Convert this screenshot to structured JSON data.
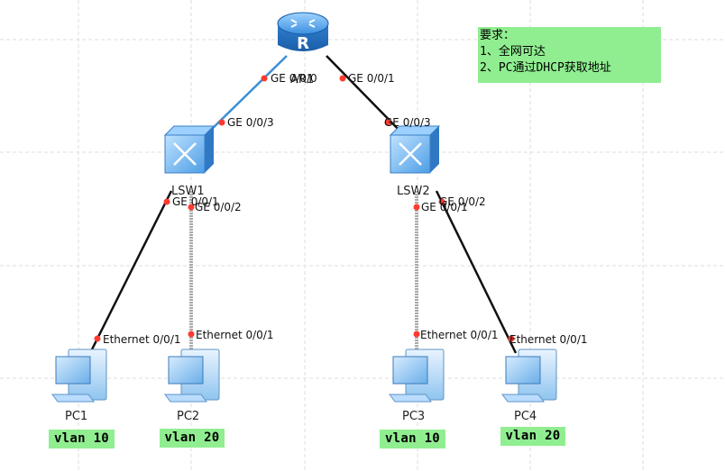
{
  "requirements": {
    "title": "要求：",
    "items": [
      "1、全网可达",
      "2、PC通过DHCP获取地址"
    ]
  },
  "devices": {
    "router": {
      "name": "AR1",
      "icon": "router-icon"
    },
    "switch1": {
      "name": "LSW1",
      "icon": "switch-icon"
    },
    "switch2": {
      "name": "LSW2",
      "icon": "switch-icon"
    },
    "pc1": {
      "name": "PC1",
      "vlan": "vlan 10",
      "icon": "pc-icon"
    },
    "pc2": {
      "name": "PC2",
      "vlan": "vlan 20",
      "icon": "pc-icon"
    },
    "pc3": {
      "name": "PC3",
      "vlan": "vlan 10",
      "icon": "pc-icon"
    },
    "pc4": {
      "name": "PC4",
      "vlan": "vlan 20",
      "icon": "pc-icon"
    }
  },
  "ports": {
    "ar1_ge0": "GE 0/0/0",
    "ar1_ge1": "GE 0/0/1",
    "lsw1_ge3": "GE 0/0/3",
    "lsw1_ge1": "GE 0/0/1",
    "lsw1_ge2": "GE 0/0/2",
    "lsw2_ge3": "GE 0/0/3",
    "lsw2_ge1": "GE 0/0/1",
    "lsw2_ge2": "GE 0/0/2",
    "pc1_eth": "Ethernet 0/0/1",
    "pc2_eth": "Ethernet 0/0/1",
    "pc3_eth": "Ethernet 0/0/1",
    "pc4_eth": "Ethernet 0/0/1"
  },
  "colors": {
    "link_router_sw1": "#3b8fd6",
    "link_router_sw2": "#111111",
    "link_sw_pc": "#111111",
    "link_sw_pc_dotted": "#999999",
    "port_dot": "#ff3b30",
    "note_bg": "#90ee90",
    "grid": "#dcdcdc"
  }
}
